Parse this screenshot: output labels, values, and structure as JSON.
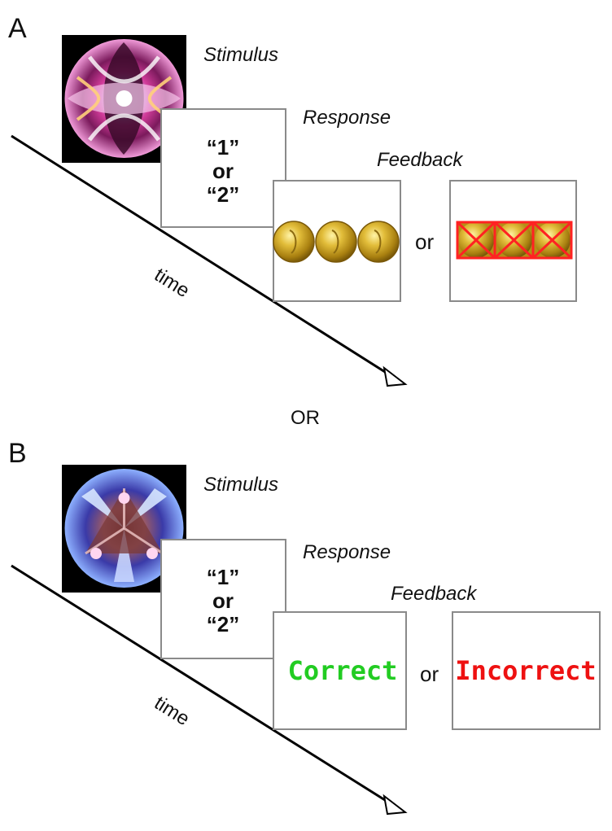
{
  "panels": [
    {
      "letter": "A",
      "stimulus_label": "Stimulus",
      "response_label": "Response",
      "feedback_label": "Feedback",
      "response_text": [
        "“1”",
        "or",
        "“2”"
      ],
      "or_label": "or",
      "time_label": "time",
      "feedback_correct": "three gold coins",
      "feedback_incorrect": "three gold coins crossed out in red"
    },
    {
      "letter": "B",
      "stimulus_label": "Stimulus",
      "response_label": "Response",
      "feedback_label": "Feedback",
      "response_text": [
        "“1”",
        "or",
        "“2”"
      ],
      "or_label": "or",
      "time_label": "time",
      "feedback_correct": "Correct",
      "feedback_incorrect": "Incorrect"
    }
  ],
  "separator": "OR",
  "colors": {
    "correct": "#22cc22",
    "incorrect": "#ee1111",
    "coin": "#c9a21a",
    "cross": "#ff2222",
    "frame": "#8a8a8a"
  }
}
